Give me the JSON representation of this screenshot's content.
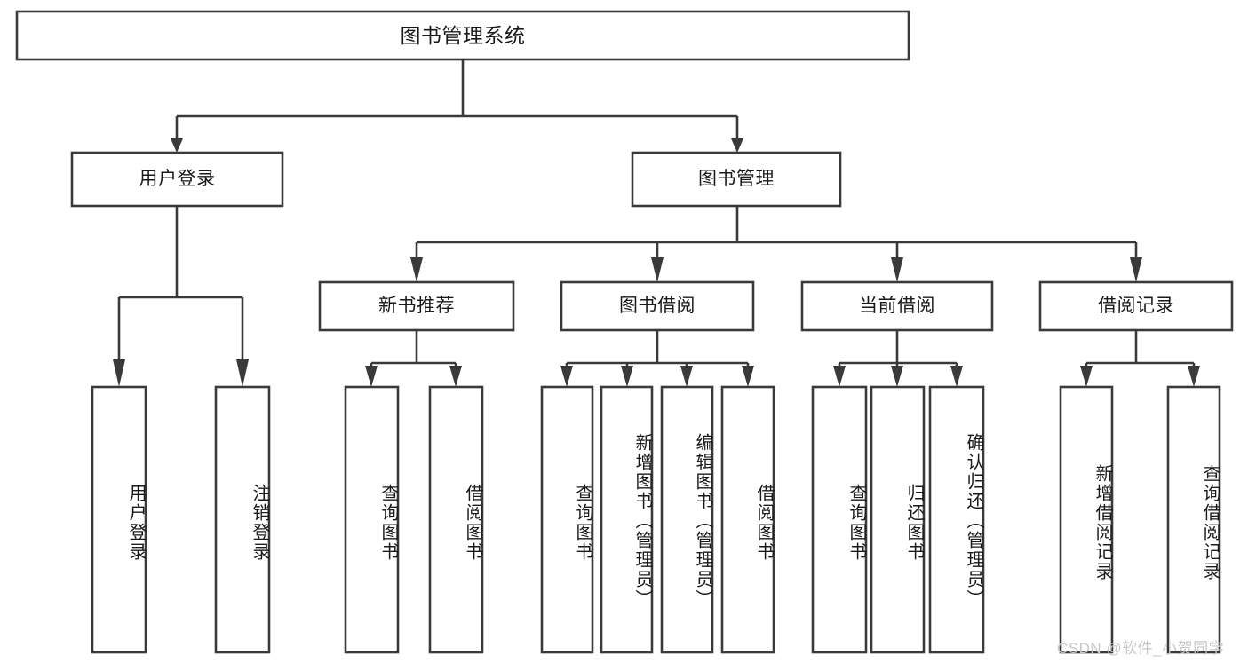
{
  "diagram": {
    "type": "tree",
    "title": "图书管理系统",
    "orientation": "top-down",
    "edge_style": "orthogonal-with-arrowheads",
    "colors": {
      "box_fill": "#ffffff",
      "box_stroke": "#3a3a3a",
      "text": "#1a1a1a",
      "watermark": "#c8c8c8",
      "background": "#ffffff"
    },
    "nodes": {
      "root": {
        "label": "图书管理系统"
      },
      "level2": [
        {
          "id": "user-login",
          "label": "用户登录"
        },
        {
          "id": "book-manage",
          "label": "图书管理"
        }
      ],
      "level3": [
        {
          "id": "new-book-recommend",
          "label": "新书推荐"
        },
        {
          "id": "book-borrow",
          "label": "图书借阅"
        },
        {
          "id": "current-borrow",
          "label": "当前借阅"
        },
        {
          "id": "borrow-record",
          "label": "借阅记录"
        }
      ],
      "leaves_user_login": [
        {
          "id": "leaf-user-login",
          "label": "用户登录"
        },
        {
          "id": "leaf-user-logout",
          "label": "注销登录"
        }
      ],
      "leaves_new_book_recommend": [
        {
          "id": "leaf-query-book-1",
          "label": "查询图书"
        },
        {
          "id": "leaf-borrow-book-1",
          "label": "借阅图书"
        }
      ],
      "leaves_book_borrow": [
        {
          "id": "leaf-query-book-2",
          "label": "查询图书"
        },
        {
          "id": "leaf-add-book",
          "label": "新增图书（管理员）"
        },
        {
          "id": "leaf-edit-book",
          "label": "编辑图书（管理员）"
        },
        {
          "id": "leaf-borrow-book-2",
          "label": "借阅图书"
        }
      ],
      "leaves_current_borrow": [
        {
          "id": "leaf-query-book-3",
          "label": "查询图书"
        },
        {
          "id": "leaf-return-book",
          "label": "归还图书"
        },
        {
          "id": "leaf-confirm-return",
          "label": "确认归还（管理员）"
        }
      ],
      "leaves_borrow_record": [
        {
          "id": "leaf-add-record",
          "label": "新增借阅记录"
        },
        {
          "id": "leaf-query-record",
          "label": "查询借阅记录"
        }
      ]
    },
    "watermark": "CSDN @软件_小贺同学"
  }
}
